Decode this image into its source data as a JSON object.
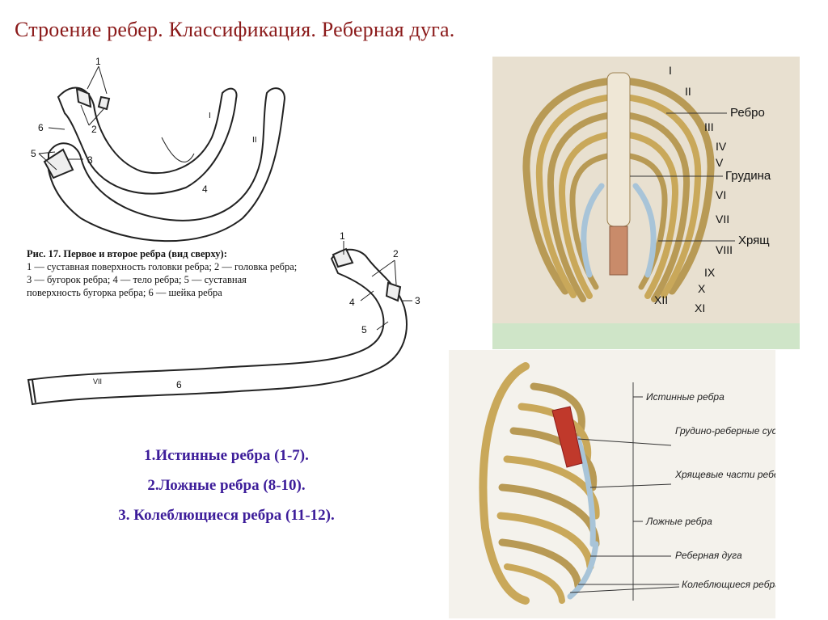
{
  "title": "Строение  ребер. Классификация. Реберная дуга.",
  "fig17": {
    "caption_head": "Рис. 17. Первое и второе ребра (вид сверху):",
    "caption_body": "1 — суставная поверхность головки ребра; 2 — головка ребра; 3 — бугорок ребра; 4 — тело ребра; 5 — суставная поверхность бугорка ребра; 6 — шейка ребра",
    "rib1_numbers": [
      "1",
      "2",
      "3",
      "4",
      "5",
      "6"
    ],
    "rib1_roman": [
      "I",
      "II"
    ],
    "rib2_numbers": [
      "1",
      "2",
      "3",
      "4",
      "5",
      "6"
    ],
    "rib2_roman": "VII"
  },
  "cage1": {
    "roman": [
      "I",
      "II",
      "III",
      "IV",
      "V",
      "VI",
      "VII",
      "VIII",
      "IX",
      "X",
      "XI",
      "XII"
    ],
    "labels": {
      "rib": "Ребро",
      "sternum": "Грудина",
      "cartilage": "Хрящ"
    }
  },
  "cage2": {
    "labels": {
      "true_ribs": "Истинные ребра",
      "joints": "Грудино-реберные суставы",
      "cartilage_parts": "Хрящевые части ребер",
      "false_ribs": "Ложные ребра",
      "costal_arch": "Реберная дуга",
      "floating_ribs": "Колеблющиеся ребра"
    }
  },
  "classification": [
    "1.Истинные ребра (1-7).",
    "2.Ложные ребра (8-10).",
    "3. Колеблющиеся ребра (11-12)."
  ],
  "colors": {
    "title": "#8b1a1a",
    "list": "#3d1d9a",
    "bone": "#c9a85a",
    "cartilage": "#a8c4d8",
    "sternum_red": "#c0392b"
  }
}
